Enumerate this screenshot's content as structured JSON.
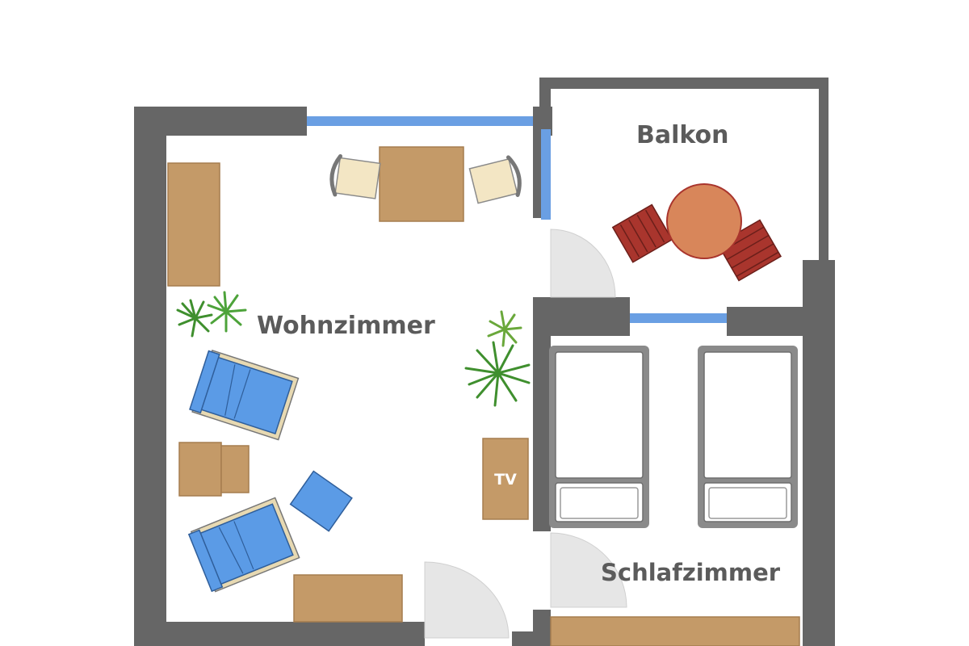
{
  "rooms": {
    "balkon": "Balkon",
    "wohnzimmer": "Wohnzimmer",
    "schlafzimmer": "Schlafzimmer"
  },
  "furniture": {
    "tv_label": "TV"
  },
  "colors": {
    "wall": "#666666",
    "window": "#6a9fe3",
    "wood": "#c49a68",
    "wood_stroke": "#a57d4f",
    "chair_cream": "#f3e6c4",
    "armchair_blue": "#5b9be6",
    "patio_table": "#d8865a",
    "patio_chair": "#a9352d",
    "bed_frame": "#8a8a8a",
    "door_swing": "#e6e6e6",
    "plant_green": "#3f8f2e",
    "label": "#5b5b5b"
  }
}
